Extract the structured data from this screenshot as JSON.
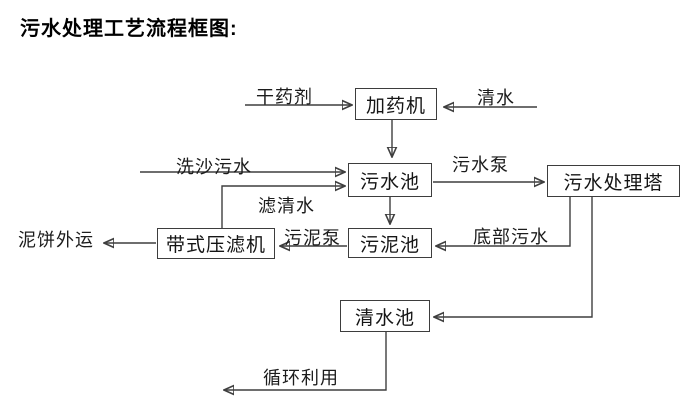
{
  "title": "污水处理工艺流程框图:",
  "colors": {
    "background": "#ffffff",
    "line": "#3f3f3f",
    "box_border": "#3d3d3d",
    "text": "#1c1c1c"
  },
  "diagram": {
    "nodes": {
      "dosing_machine": {
        "label": "加药机"
      },
      "sewage_pool": {
        "label": "污水池"
      },
      "treatment_tower": {
        "label": "污水处理塔"
      },
      "belt_filter_press": {
        "label": "带式压滤机"
      },
      "sludge_pool": {
        "label": "污泥池"
      },
      "clean_water_pool": {
        "label": "清水池"
      }
    },
    "edges": [
      {
        "id": "dry-chemical",
        "label": "干药剂",
        "from": "external",
        "to": "dosing_machine"
      },
      {
        "id": "clean-water-in",
        "label": "清水",
        "from": "external",
        "to": "dosing_machine"
      },
      {
        "id": "dosing-to-sewage",
        "label": "",
        "from": "dosing_machine",
        "to": "sewage_pool"
      },
      {
        "id": "sand-washing-sewage",
        "label": "洗沙污水",
        "from": "external",
        "to": "sewage_pool"
      },
      {
        "id": "filtered-water",
        "label": "滤清水",
        "from": "belt_filter_press",
        "to": "sewage_pool"
      },
      {
        "id": "sewage-pump",
        "label": "污水泵",
        "from": "sewage_pool",
        "to": "treatment_tower"
      },
      {
        "id": "sewage-to-sludge",
        "label": "",
        "from": "sewage_pool",
        "to": "sludge_pool"
      },
      {
        "id": "sludge-pump",
        "label": "污泥泵",
        "from": "sludge_pool",
        "to": "belt_filter_press"
      },
      {
        "id": "bottom-sewage",
        "label": "底部污水",
        "from": "treatment_tower",
        "to": "sludge_pool"
      },
      {
        "id": "mud-cake-outbound",
        "label": "泥饼外运",
        "from": "belt_filter_press",
        "to": "external"
      },
      {
        "id": "tower-to-clean-pool",
        "label": "",
        "from": "treatment_tower",
        "to": "clean_water_pool"
      },
      {
        "id": "recycling",
        "label": "循环利用",
        "from": "clean_water_pool",
        "to": "external"
      }
    ]
  }
}
